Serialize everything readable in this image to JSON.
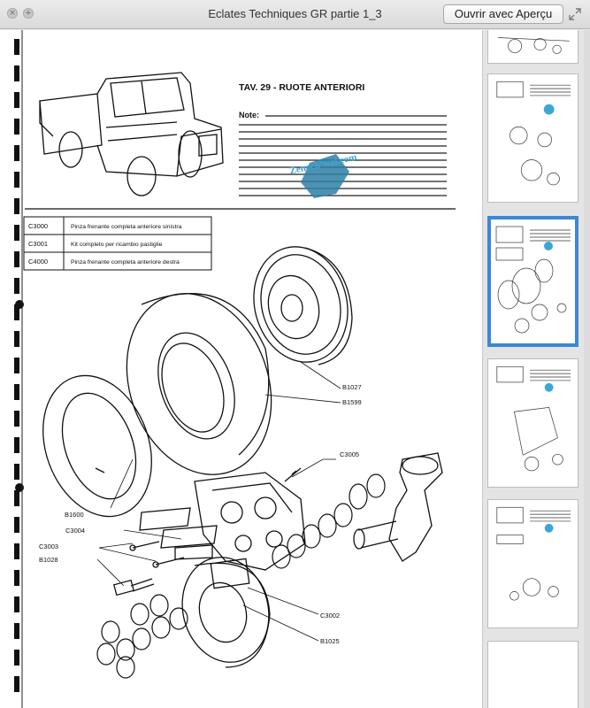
{
  "window": {
    "title": "Eclates Techniques GR partie 1_3",
    "open_with_label": "Ouvrir avec Aperçu"
  },
  "document": {
    "plate_title": "TAV. 29 - RUOTE ANTERIORI",
    "note_label": "Note:",
    "watermark_text": "Zenoch’wal.com",
    "parts_table": [
      {
        "code": "C3000",
        "description": "Pinza frenante completa anteriore sinistra"
      },
      {
        "code": "C3001",
        "description": "Kit completo per ricambio pastiglie"
      },
      {
        "code": "C4000",
        "description": "Pinza frenante completa anteriore destra"
      }
    ],
    "callouts": [
      "B1027",
      "B1599",
      "C3005",
      "B1600",
      "C3004",
      "C3003",
      "B1028",
      "C3002",
      "B1025"
    ]
  },
  "sidebar": {
    "selected_index": 2,
    "thumbnail_count": 6
  },
  "colors": {
    "selection": "#3d86d8",
    "watermark": "#3aa7d6"
  }
}
